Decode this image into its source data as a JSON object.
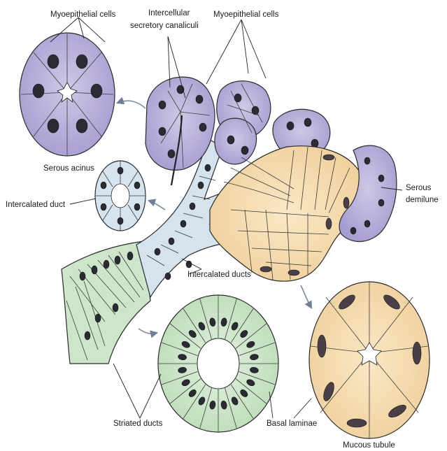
{
  "labels": {
    "myoepithelial_left": "Myoepithelial cells",
    "intercellular_1": "Intercellular",
    "intercellular_2": "secretory canaliculi",
    "myoepithelial_right": "Myoepithelial cells",
    "serous_acinus": "Serous acinus",
    "intercalated_duct": "Intercalated duct",
    "serous_demilune_1": "Serous",
    "serous_demilune_2": "demilune",
    "intercalated_ducts": "Intercalated ducts",
    "striated_ducts": "Striated ducts",
    "basal_laminae": "Basal laminae",
    "mucous_tubule": "Mucous tubule"
  },
  "colors": {
    "serous": "#b9b0d8",
    "serous_dark": "#8f84bf",
    "duct": "#d6e4ef",
    "striated": "#cfe6cd",
    "mucous": "#f6dcb0",
    "line": "#2a2a2a"
  }
}
